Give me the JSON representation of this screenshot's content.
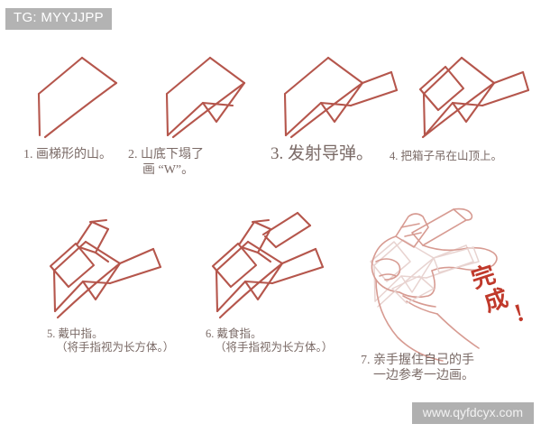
{
  "banner": {
    "label": "TG: MYYJJPP"
  },
  "watermark": {
    "label": "www.qyfdcyx.com"
  },
  "tutorial": {
    "subject": "hand-drawing-step-tutorial",
    "ink_color": "#b5564c",
    "ink_soft_color": "#d79b92",
    "ink_ghost_color": "#e8d3d0",
    "caption_color": "#7a6a66",
    "banner_bg": "#b3b3b3",
    "watermark_bg": "#b0b0b0",
    "stamp_color": "#c0392b"
  },
  "steps": [
    {
      "number": "1.",
      "line1": "1. 画梯形的山。",
      "line2": "",
      "figure": "trapezoid-mountain"
    },
    {
      "number": "2.",
      "line1": "2. 山底下塌了",
      "line2": "画 “W”。",
      "figure": "mountain-with-w-collapse"
    },
    {
      "number": "3.",
      "line1": "3. 发射导弹。",
      "line2": "",
      "figure": "launch-missile"
    },
    {
      "number": "4.",
      "line1": "4. 把箱子吊在山顶上。",
      "line2": "",
      "figure": "box-hung-on-peak"
    },
    {
      "number": "5.",
      "line1": "5. 戴中指。",
      "line2": "（将手指视为长方体。）",
      "figure": "middle-finger-block"
    },
    {
      "number": "6.",
      "line1": "6. 戴食指。",
      "line2": "（将手指视为长方体。）",
      "figure": "index-finger-block"
    },
    {
      "number": "7.",
      "line1": "7. 亲手握住自己的手",
      "line2": "一边参考一边画。",
      "figure": "finished-hand"
    }
  ],
  "stamp": {
    "label": "完成！",
    "char1": "完",
    "char2": "成",
    "mark": "!"
  }
}
